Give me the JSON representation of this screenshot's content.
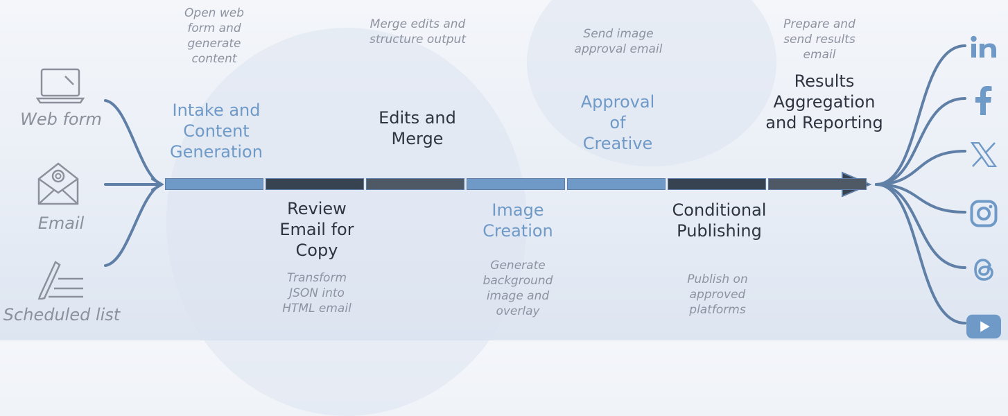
{
  "sources": [
    {
      "label": "Web form",
      "icon": "laptop-icon"
    },
    {
      "label": "Email",
      "icon": "email-envelope-icon"
    },
    {
      "label": "Scheduled list",
      "icon": "pen-list-icon"
    }
  ],
  "stages": [
    {
      "name": "Intake and Content Generation",
      "desc": "Open web form and generate content",
      "position": "top",
      "color": "#6f9ac8"
    },
    {
      "name": "Review Email for Copy",
      "desc": "Transform JSON into HTML email",
      "position": "bottom",
      "color": "#374351"
    },
    {
      "name": "Edits and Merge",
      "desc": "Merge edits and structure output",
      "position": "top",
      "color": "#4e5965"
    },
    {
      "name": "Image Creation",
      "desc": "Generate background image and overlay",
      "position": "bottom",
      "color": "#6f9ac8"
    },
    {
      "name": "Approval of Creative",
      "desc": "Send image approval email",
      "position": "top",
      "color": "#6f9ac8"
    },
    {
      "name": "Conditional Publishing",
      "desc": "Publish on approved platforms",
      "position": "bottom",
      "color": "#374351"
    },
    {
      "name": "Results Aggregation and Reporting",
      "desc": "Prepare and send results email",
      "position": "top",
      "color": "#4e5965"
    }
  ],
  "destinations": [
    {
      "platform": "LinkedIn",
      "icon": "linkedin-icon",
      "glyph": "in"
    },
    {
      "platform": "Facebook",
      "icon": "facebook-icon",
      "glyph": "f"
    },
    {
      "platform": "X",
      "icon": "x-icon",
      "glyph": "𝕏"
    },
    {
      "platform": "Instagram",
      "icon": "instagram-icon",
      "glyph": ""
    },
    {
      "platform": "Threads",
      "icon": "threads-icon",
      "glyph": "@"
    },
    {
      "platform": "YouTube",
      "icon": "youtube-icon",
      "glyph": "▶"
    }
  ],
  "colors": {
    "accent": "#6f9ac8",
    "dark": "#374351",
    "mid": "#4e5965",
    "connector": "#5f7fa6",
    "muted": "#8d93a0"
  }
}
